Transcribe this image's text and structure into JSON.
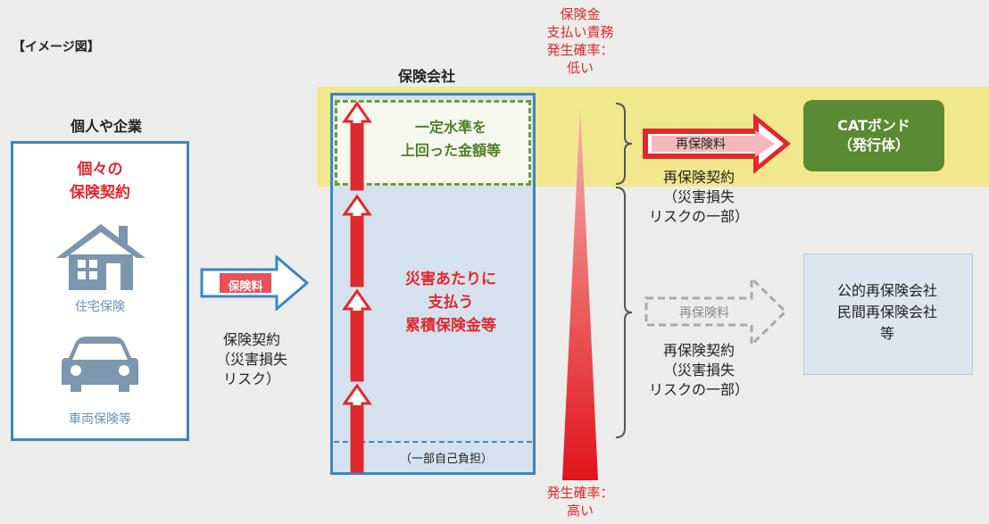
{
  "image_label": "【イメージ図】",
  "individual": {
    "heading": "個人や企業",
    "contracts": "個々の\n保険契約",
    "home": "住宅保険",
    "car": "車両保険等"
  },
  "premium_arrow_1": "保険料",
  "contract_note": "保険契約\n（災害損失\nリスク）",
  "insurer": {
    "heading": "保険会社",
    "top_box": "一定水準を\n上回った金額等",
    "middle": "災害あたりに\n支払う\n累積保険金等",
    "deductible": "（一部自己負担）"
  },
  "probability": {
    "top": "保険金\n支払い責務\n発生確率：\n低い",
    "bottom": "発生確率：\n高い"
  },
  "reinsurance_arrow_1": "再保険料",
  "reinsurance_contract_1": "再保険契約\n（災害損失\nリスクの一部）",
  "cat_bond": "CATボンド\n（発行体）",
  "reinsurance_arrow_2": "再保険料",
  "reinsurance_contract_2": "再保険契約\n（災害損失\nリスクの一部）",
  "reinsurers": "公的再保険会社\n民間再保険会社\n等",
  "colors": {
    "red": "#e0292e",
    "green": "#5a8a32",
    "yellow_band": "#f0e58a",
    "blue_border": "#3a86c2",
    "light_blue": "#d6e3ee"
  }
}
